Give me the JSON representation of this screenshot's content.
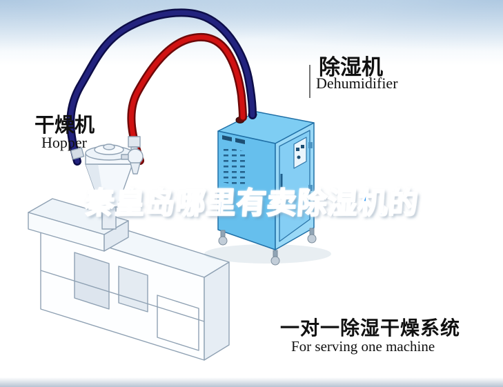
{
  "labels": {
    "hopper": {
      "cn": "干燥机",
      "en": "Hopper"
    },
    "dehumidifier": {
      "cn": "除湿机",
      "en": "Dehumidifier"
    },
    "system": {
      "cn": "一对一除湿干燥系统",
      "en": "For serving one machine"
    }
  },
  "title_overlay": {
    "text": "秦皇岛哪里有卖除湿机的"
  },
  "diagram": {
    "machines": [
      "hopper-dryer",
      "dehumidifier-unit",
      "extruder-machine"
    ],
    "pipes": [
      {
        "id": "return-air-pipe",
        "color": "#23237e",
        "outline": "#0d0d48"
      },
      {
        "id": "supply-air-pipe",
        "color": "#d01212",
        "outline": "#6f0808"
      }
    ]
  },
  "colors": {
    "machine_front": "#66bfed",
    "machine_side": "#9ad9f7",
    "machine_top": "#7ecdf3",
    "machine_outline": "#1f6fa6",
    "overlay_text": "#1e8ff2",
    "overlay_outline": "#ffffff",
    "label_text": "#111111",
    "background_top": "#cfe2f1"
  }
}
